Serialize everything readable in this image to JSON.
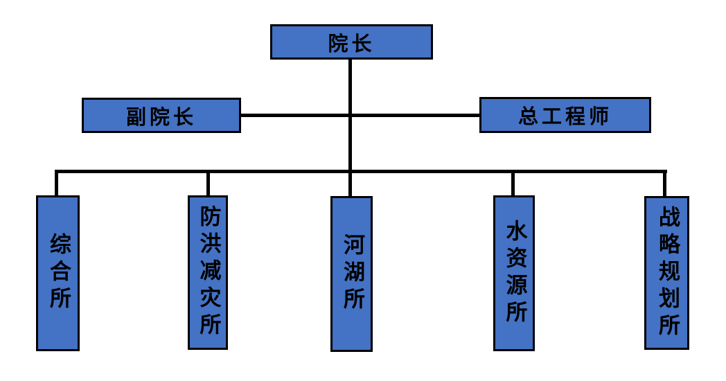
{
  "org_chart": {
    "root": {
      "label": "院长"
    },
    "level2": [
      {
        "label": "副院长"
      },
      {
        "label": "总工程师"
      }
    ],
    "departments": [
      {
        "label": "综合所"
      },
      {
        "label": "防洪减灾所"
      },
      {
        "label": "河湖所"
      },
      {
        "label": "水资源所"
      },
      {
        "label": "战略规划所"
      }
    ]
  },
  "colors": {
    "node_fill": "#4472c4",
    "node_border": "#000000",
    "connector": "#000000",
    "text": "#000000",
    "background": "#ffffff"
  }
}
